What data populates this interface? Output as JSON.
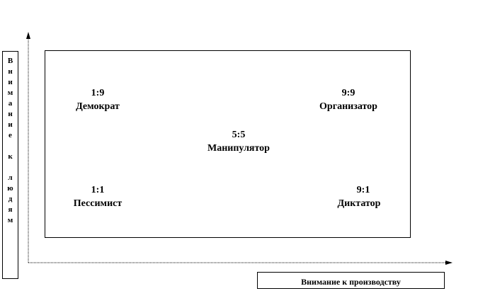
{
  "axes": {
    "y_label": "Внимание к людям",
    "x_label": "Внимание к производству"
  },
  "cells": [
    {
      "id": "democrat",
      "code": "1:9",
      "label": "Демократ"
    },
    {
      "id": "organizer",
      "code": "9:9",
      "label": "Организатор"
    },
    {
      "id": "manipulator",
      "code": "5:5",
      "label": "Манипулятор"
    },
    {
      "id": "pessimist",
      "code": "1:1",
      "label": "Пессимист"
    },
    {
      "id": "dictator",
      "code": "9:1",
      "label": "Диктатор"
    }
  ]
}
